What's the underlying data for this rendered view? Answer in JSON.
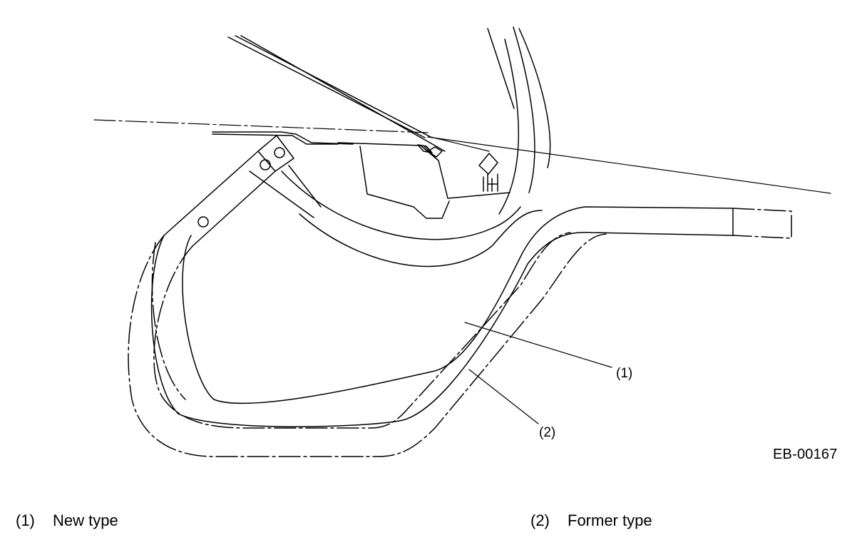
{
  "diagram": {
    "figure_code": "EB-00167",
    "callouts": {
      "new": "(1)",
      "former": "(2)"
    }
  },
  "legend": {
    "items": [
      {
        "number": "(1)",
        "label": "New type"
      },
      {
        "number": "(2)",
        "label": "Former type"
      }
    ]
  }
}
